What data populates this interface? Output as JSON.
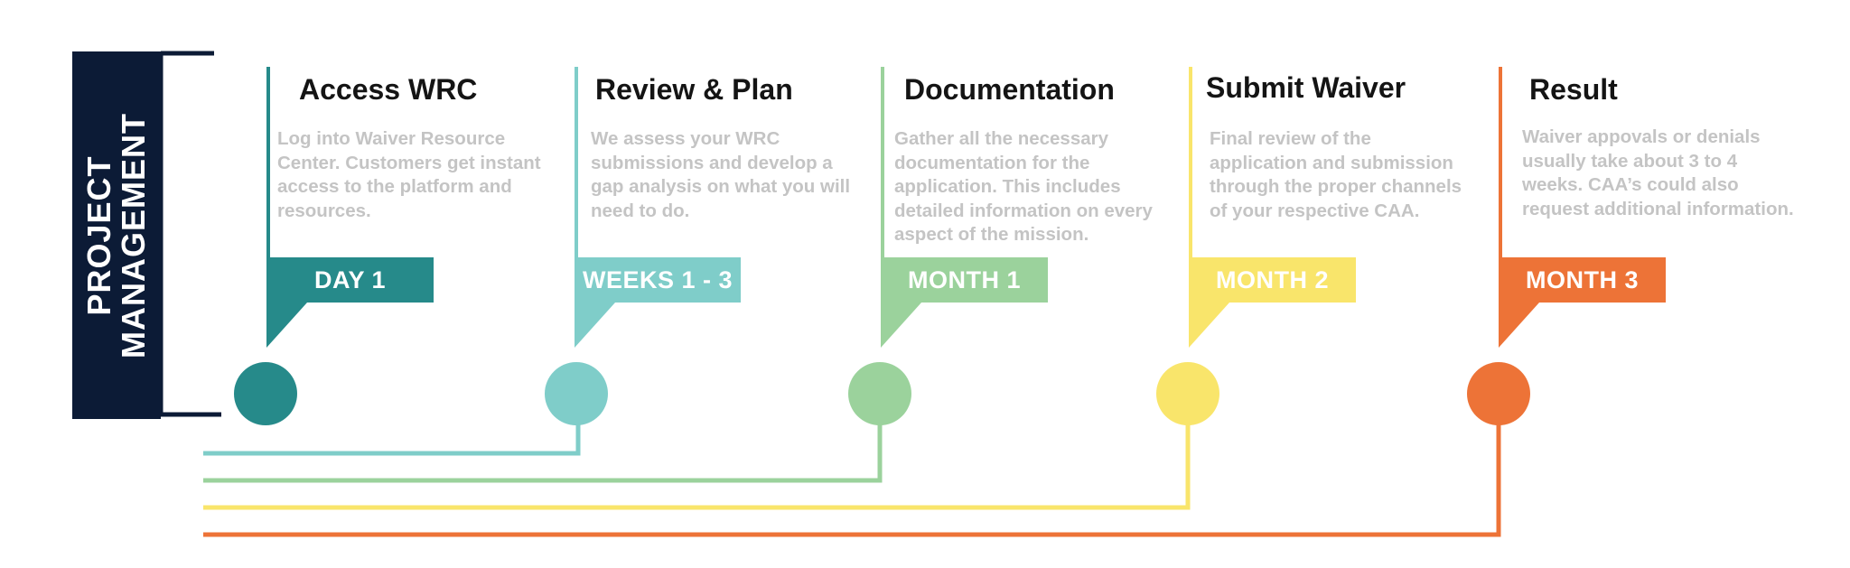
{
  "side_label": {
    "line1": "PROJECT",
    "line2": "MANAGEMENT"
  },
  "colors": {
    "navy": "#0c1b36",
    "teal": "#268a8a",
    "aqua": "#7fcdc9",
    "green": "#9bd29c",
    "yellow": "#f9e56b",
    "orange": "#ed7337"
  },
  "steps": [
    {
      "title": "Access WRC",
      "description": "Log into Waiver Resource Center. Customers get instant access to the platform and resources.",
      "badge": "DAY 1",
      "color": "#268a8a"
    },
    {
      "title": "Review & Plan",
      "description": "We assess your WRC submissions and develop a gap analysis on what you will need to do.",
      "badge": "WEEKS 1 - 3",
      "color": "#7fcdc9"
    },
    {
      "title": "Documentation",
      "description": "Gather all the necessary documentation for the application. This includes detailed information on every aspect of the mission.",
      "badge": "MONTH 1",
      "color": "#9bd29c"
    },
    {
      "title": "Submit Waiver",
      "description": "Final review of the application and submission through the proper channels of your respective CAA.",
      "badge": "MONTH 2",
      "color": "#f9e56b"
    },
    {
      "title": "Result",
      "description": "Waiver appovals or denials usually take about 3 to 4 weeks. CAA’s could also request additional information.",
      "badge": "MONTH 3",
      "color": "#ed7337"
    }
  ]
}
